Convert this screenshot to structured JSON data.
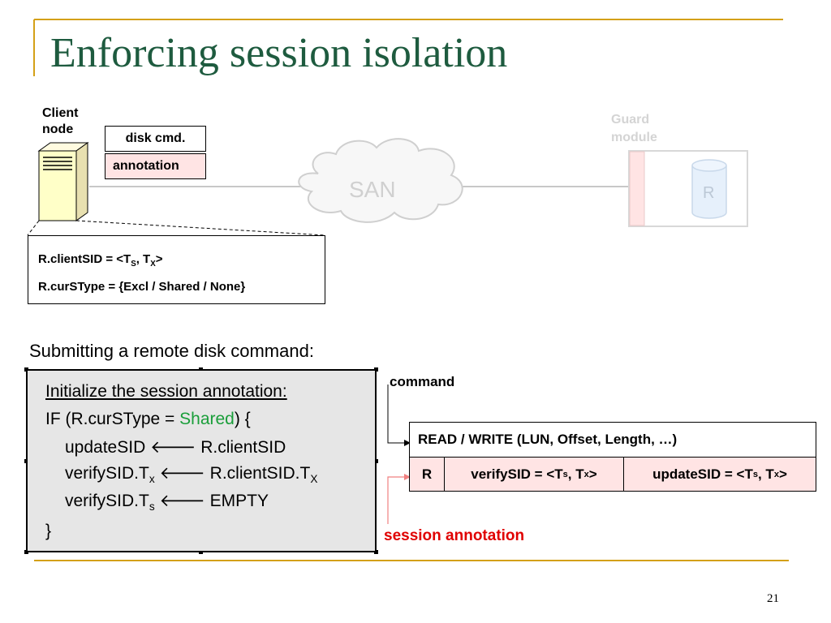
{
  "slide": {
    "title": "Enforcing session isolation",
    "page_number": "21"
  },
  "client": {
    "label_line1": "Client",
    "label_line2": "node"
  },
  "guard": {
    "label_line1": "Guard",
    "label_line2": "module",
    "disk_label": "R"
  },
  "network": {
    "label": "SAN"
  },
  "packet": {
    "cmd_label": "disk cmd.",
    "annotation_label": "annotation"
  },
  "state": {
    "client_sid_prefix": "R.clientSID = <T",
    "client_sid_sub1": "S",
    "client_sid_mid": ", T",
    "client_sid_sub2": "X",
    "client_sid_suffix": ">",
    "cur_stype": "R.curSType = {Excl / Shared / None}"
  },
  "submit": {
    "heading": "Submitting a remote disk command:"
  },
  "code": {
    "line1": "Initialize the session annotation:",
    "line2_prefix": "IF (R.curSType = ",
    "line2_keyword": "Shared",
    "line2_suffix": ")  {",
    "line3": "updateSID 🡐 R.clientSID",
    "line4_prefix": "verifySID.T",
    "line4_sub": "x",
    "line4_mid": " 🡐 R.clientSID.T",
    "line4_sub2": "X",
    "line5_prefix": "verifySID.T",
    "line5_sub": "s",
    "line5_suffix": " 🡐 EMPTY",
    "line6": "}"
  },
  "command": {
    "label": "command",
    "row1": "READ / WRITE (LUN, Offset, Length, …)",
    "r_cell": "R",
    "verify_prefix": "verifySID = <T",
    "verify_sub1": "s",
    "verify_mid": ", T",
    "verify_sub2": "x",
    "verify_suffix": ">",
    "update_prefix": "updateSID = <T",
    "update_sub1": "s",
    "update_mid": ", T",
    "update_sub2": "x",
    "update_suffix": ">"
  },
  "annotation": {
    "label": "session annotation"
  },
  "colors": {
    "title": "#1e5b3f",
    "accent_rule": "#d4a017",
    "annotation_fill": "#ffe4e4",
    "highlight_green": "#1a9e3a",
    "session_red": "#e00000",
    "guard_faded": "#d4d4d4"
  }
}
